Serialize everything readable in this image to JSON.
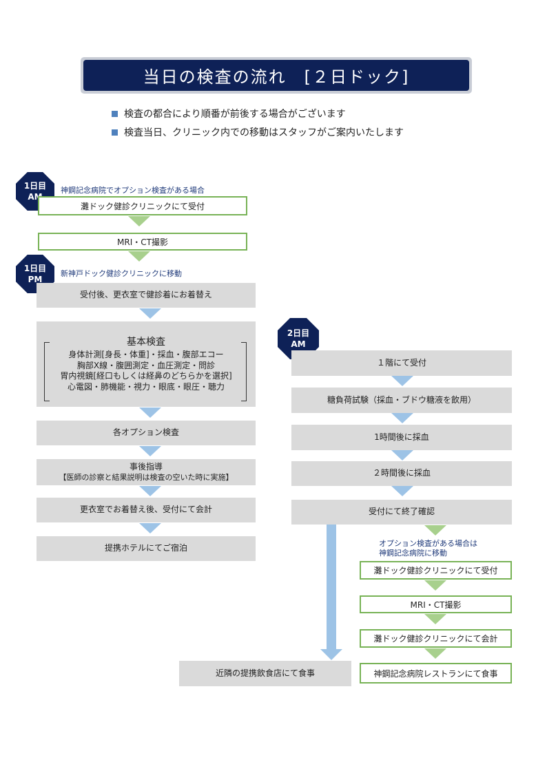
{
  "title": "当日の検査の流れ　[２日ドック]",
  "notes": [
    "検査の都合により順番が前後する場合がございます",
    "検査当日、クリニック内での移動はスタッフがご案内いたします"
  ],
  "day1am": {
    "badge_line1": "1日目",
    "badge_line2": "AM",
    "caption": "神鋼記念病院でオプション検査がある場合",
    "step1": "灘ドック健診クリニックにて受付",
    "step2": "MRI・CT撮影"
  },
  "day1pm": {
    "badge_line1": "1日目",
    "badge_line2": "PM",
    "caption": "新神戸ドック健診クリニックに移動",
    "step1": "受付後、更衣室で健診着にお着替え",
    "basic_title": "基本検査",
    "basic_lines": [
      "身体計測[身長・体重]・採血・腹部エコー",
      "胸部X線・腹囲測定・血圧測定・問診",
      "胃内視鏡[経口もしくは経鼻のどちらかを選択]",
      "心電図・肺機能・視力・眼底・眼圧・聴力"
    ],
    "step3": "各オプション検査",
    "step4_title": "事後指導",
    "step4_note": "【医師の診察と結果説明は検査の空いた時に実施】",
    "step5": "更衣室でお着替え後、受付にて会計",
    "step6": "提携ホテルにてご宿泊"
  },
  "day2am": {
    "badge_line1": "2日目",
    "badge_line2": "AM",
    "step1": "１階にて受付",
    "step2": "糖負荷試験（採血・ブドウ糖液を飲用）",
    "step3": "1時間後に採血",
    "step4": "２時間後に採血",
    "step5": "受付にて終了確認",
    "option_caption_1": "オプション検査がある場合は",
    "option_caption_2": "神鋼記念病院に移動",
    "opt1": "灘ドック健診クリニックにて受付",
    "opt2": "MRI・CT撮影",
    "opt3": "灘ドック健診クリニックにて会計",
    "opt4": "神鋼記念病院レストランにて食事",
    "meal": "近隣の提携飲食店にて食事"
  },
  "colors": {
    "navy": "#0e2157",
    "green": "#77b255",
    "gray": "#dadada",
    "blue": "#9dc3e6",
    "light_green": "#a8d08d"
  }
}
